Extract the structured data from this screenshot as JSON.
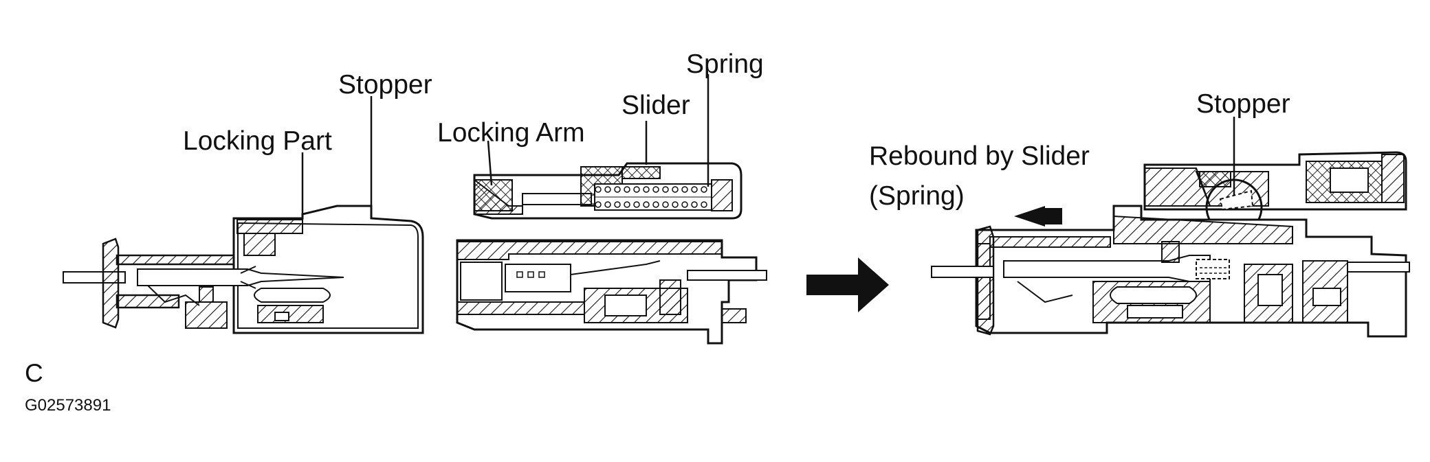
{
  "figure": {
    "labels": {
      "locking_part": "Locking Part",
      "stopper_left": "Stopper",
      "locking_arm": "Locking Arm",
      "slider": "Slider",
      "spring": "Spring",
      "rebound_line1": "Rebound by Slider",
      "rebound_line2": "(Spring)",
      "stopper_right": "Stopper"
    },
    "view_letter": "C",
    "figure_code": "G02573891"
  },
  "colors": {
    "ink": "#111111",
    "background": "#ffffff"
  }
}
